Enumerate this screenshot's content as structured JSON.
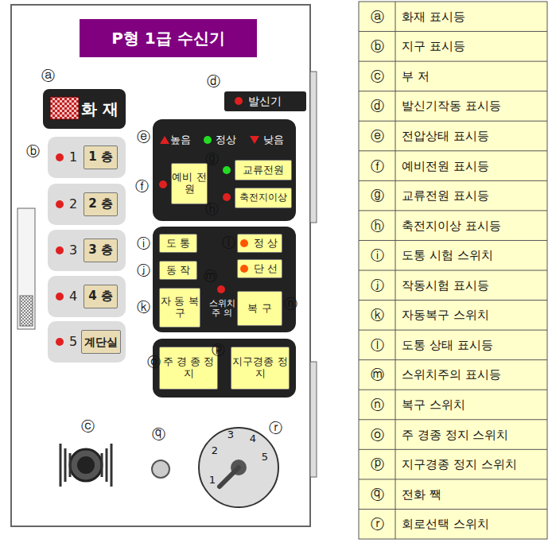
{
  "diagram": {
    "nodes": [
      {
        "text": [
          "P형 1급 수신기"
        ]
      },
      {
        "text": [
          "화 재"
        ]
      },
      {
        "text": [
          "1"
        ]
      },
      {
        "text": [
          "1 층"
        ],
        "in": 2
      },
      {
        "text": [
          "2"
        ]
      },
      {
        "text": [
          "2 층"
        ],
        "in": 4
      },
      {
        "text": [
          "3"
        ]
      },
      {
        "text": [
          "3 층"
        ],
        "in": 6
      },
      {
        "text": [
          "4"
        ]
      },
      {
        "text": [
          "4 층"
        ],
        "in": 8
      },
      {
        "text": [
          "5"
        ]
      },
      {
        "text": [
          "계단실"
        ],
        "in": 10
      },
      {
        "text": [
          "발신기"
        ]
      },
      {
        "text": [
          "예비 전원"
        ]
      },
      {
        "text": [
          "교류전원"
        ]
      },
      {
        "text": [
          "축전지이상"
        ]
      },
      {
        "text": [
          "도 통"
        ]
      },
      {
        "text": [
          "동 작"
        ]
      },
      {
        "text": [
          "자 동 복 구"
        ]
      },
      {
        "text": [
          "정 상"
        ]
      },
      {
        "text": [
          "단 선"
        ]
      },
      {
        "text": [
          "복 구"
        ]
      },
      {
        "text": [
          "주 경 종 정 지"
        ]
      },
      {
        "text": [
          "지구경종 정 지"
        ]
      }
    ],
    "labels": [
      "ⓐ",
      "ⓑ",
      "ⓒ",
      "ⓓ",
      "ⓔ",
      "ⓕ",
      "ⓖ",
      "ⓗ",
      "ⓘ",
      "ⓙ",
      "ⓚ",
      "ⓛ",
      "ⓜ",
      "ⓝ",
      "ⓞ",
      "ⓟ",
      "ⓠ",
      "ⓡ",
      "높음",
      "정상",
      "낮음",
      "스위치 주 의",
      "1",
      "2",
      "3",
      "4",
      "5",
      "ⓐ",
      "화재 표시등",
      "ⓑ",
      "지구 표시등",
      "ⓒ",
      "부 저",
      "ⓓ",
      "발신기작동 표시등",
      "ⓔ",
      "전압상태 표시등",
      "ⓕ",
      "예비전원 표시등",
      "ⓖ",
      "교류전원 표시등",
      "ⓗ",
      "축전지이상 표시등",
      "ⓘ",
      "도통 시험 스위치",
      "ⓙ",
      "작동시험 표시등",
      "ⓚ",
      "자동복구 스위치",
      "ⓛ",
      "도통 상태 표시등",
      "ⓜ",
      "스위치주의 표시등",
      "ⓝ",
      "복구 스위치",
      "ⓞ",
      "주 경종 정지 스위치",
      "ⓟ",
      "지구경종 정지 스위치",
      "ⓠ",
      "전화 짹",
      "ⓡ",
      "회로선택 스위치"
    ]
  }
}
